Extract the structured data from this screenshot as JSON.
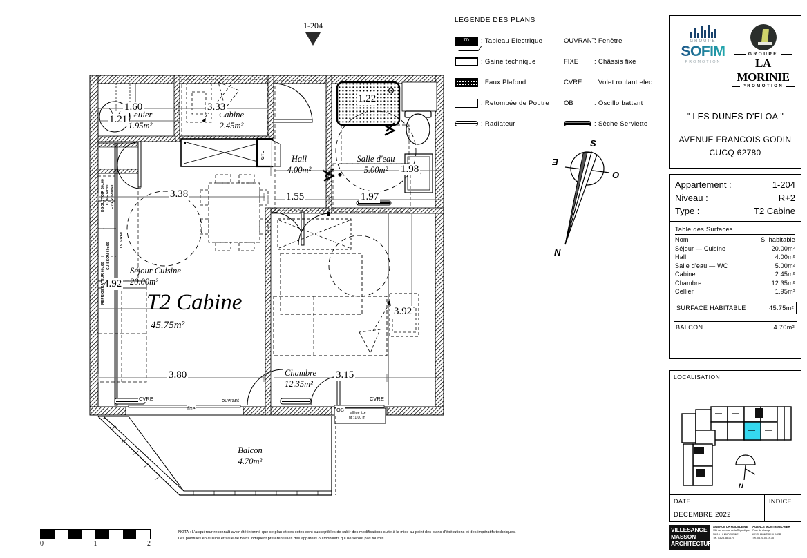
{
  "unit_pointer": {
    "label": "1-204"
  },
  "legend": {
    "title": "LEGENDE DES PLANS",
    "left_items": [
      {
        "symbol": "tableau-electrique",
        "tag": "TD",
        "label": ": Tableau  Electrique"
      },
      {
        "symbol": "gaine-technique",
        "tag": "",
        "label": ": Gaine  technique"
      },
      {
        "symbol": "faux-plafond",
        "tag": "",
        "label": ": Faux  Plafond"
      },
      {
        "symbol": "retombee-poutre",
        "tag": "",
        "label": ": Retombée  de  Poutre"
      },
      {
        "symbol": "radiateur",
        "tag": "",
        "label": ": Radiateur"
      }
    ],
    "right_items": [
      {
        "code": "OUVRANT",
        "label": ": Fenêtre"
      },
      {
        "code": "FIXE",
        "label": ": Châssis  fixe"
      },
      {
        "code": "CVRE",
        "label": ": Volet  roulant  elec"
      },
      {
        "code": "OB",
        "label": ": Oscillo  battant"
      },
      {
        "code": "",
        "symbol": "seche-serviette",
        "label": ": Sèche  Serviette"
      }
    ]
  },
  "compass": {
    "n": "N",
    "s": "S",
    "e": "E",
    "o": "O"
  },
  "plan": {
    "main_title": "T2 Cabine",
    "main_area": "45.75m²",
    "rooms": [
      {
        "name": "Cellier",
        "area": "1.95m²"
      },
      {
        "name": "Cabine",
        "area": "2.45m²"
      },
      {
        "name": "Hall",
        "area": "4.00m²"
      },
      {
        "name": "Salle d'eau",
        "area": "5.00m²"
      },
      {
        "name": "Séjour Cuisine",
        "area": "20.00m²"
      },
      {
        "name": "Chambre",
        "area": "12.35m²"
      },
      {
        "name": "Balcon",
        "area": "4.70m²"
      }
    ],
    "dimensions": {
      "cellier_w": "1.60",
      "cellier_h": "1.21",
      "cabine_w": "3.33",
      "sejour_w": "3.38",
      "sejour_h": "4.92",
      "sejour_b": "3.80",
      "hall_w": "1.55",
      "douche_w": "1.22",
      "salledeau_w": "1.97",
      "salledeau_h": "1.98",
      "chambre_h": "3.92",
      "chambre_w": "3.15"
    },
    "kitchen_tags": [
      "EGOUTTOIR 60x60",
      "CUVE  60x60",
      "EVIER  120x60",
      "LV  60x60",
      "CUISSON 60x60",
      "REFRIGERATEUR 60x60"
    ],
    "window_tags": {
      "cvre_left": "CVRE",
      "fixe": "fixe",
      "ouvrant": "ouvrant",
      "ob": "OB",
      "cvre_right": "CVRE",
      "allege": "allège fixe",
      "allege_h": "ht : 1.00 m"
    },
    "gtl_tag": "GTL"
  },
  "branding": {
    "sofim": {
      "groupe": "GROUPE",
      "name": "SOFIM",
      "promotion": "PROMOTION",
      "color": "#1aa3a3"
    },
    "morinie": {
      "groupe": "GROUPE",
      "name": "LA MORINIE",
      "promotion": "PROMOTION",
      "color": "#2b2f2c"
    },
    "project_name": "\" LES DUNES D'ELOA \"",
    "address_line1": "AVENUE FRANCOIS GODIN",
    "address_line2": "CUCQ   62780"
  },
  "info": {
    "appartement_label": "Appartement :",
    "appartement_value": "1-204",
    "niveau_label": "Niveau :",
    "niveau_value": "R+2",
    "type_label": "Type :",
    "type_value": "T2 Cabine",
    "table_title": "Table  des  Surfaces",
    "col_name": "Nom",
    "col_value": "S. habitable",
    "rows": [
      {
        "name": "Séjour  —  Cuisine",
        "value": "20.00m²"
      },
      {
        "name": "Hall",
        "value": "4.00m²"
      },
      {
        "name": "Salle  d'eau  —  WC",
        "value": "5.00m²"
      },
      {
        "name": "Cabine",
        "value": "2.45m²"
      },
      {
        "name": "Chambre",
        "value": "12.35m²"
      },
      {
        "name": "Cellier",
        "value": "1.95m²"
      }
    ],
    "total_label": "SURFACE  HABITABLE",
    "total_value": "45.75m²",
    "balcon_label": "BALCON",
    "balcon_value": "4.70m²"
  },
  "localisation": {
    "title": "LOCALISATION",
    "north_label": "N",
    "highlight_color": "#35d8ef"
  },
  "date_block": {
    "date_header": "DATE",
    "indice_header": "INDICE",
    "date_value": "DECEMBRE  2022",
    "indice_value": ""
  },
  "architect": {
    "logo_line1": "VILLESANGE",
    "logo_line2": "MASSON",
    "logo_line3": "ARCHITECTURE",
    "agency1_name": "AGENCE LA MADELEINE",
    "agency1_l1": "131 rue avenue de la République",
    "agency1_l2": "59110 LA MADELEINE",
    "agency1_l3": "Tél. 03.28.38.16.70",
    "agency2_name": "AGENCE MONTREUIL-MER",
    "agency2_l1": "7 rue du change",
    "agency2_l2": "62170 MONTREUIL-MER",
    "agency2_l3": "Tél. 03.21.06.19.35"
  },
  "scale_bar": {
    "ticks": [
      "0",
      "1",
      "2"
    ]
  },
  "nota": {
    "line1": "NOTA : L'acquéreur reconnaît avoir été informé que ce plan et ces cotes sont susceptibles de subir des modifications suite à la mise au point des plans d'éxécutions et des impératifs techniques.",
    "line2": "Les pointillés en cuisine et salle de bains indiquent préférentielles des appareils ou mobiliers qui ne seront pas fournis."
  }
}
